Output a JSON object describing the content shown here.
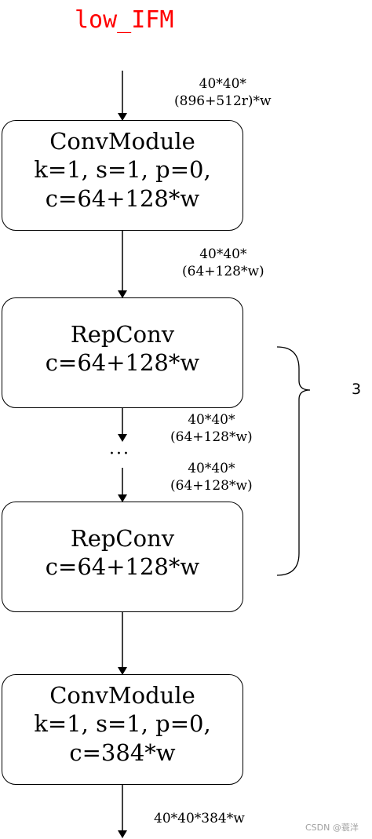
{
  "title": "low_IFM",
  "blocks": [
    {
      "name": "ConvModule",
      "params": "k=1, s=1, p=0,",
      "channels": "c=64+128*w"
    },
    {
      "name": "RepConv",
      "channels": "c=64+128*w"
    },
    {
      "name": "RepConv",
      "channels": "c=64+128*w"
    },
    {
      "name": "ConvModule",
      "params": "k=1, s=1, p=0,",
      "channels": "c=384*w"
    }
  ],
  "edges": [
    {
      "line1": "40*40*",
      "line2": "(896+512r)*w"
    },
    {
      "line1": "40*40*",
      "line2": "(64+128*w)"
    },
    {
      "line1": "40*40*",
      "line2": "(64+128*w)"
    },
    {
      "line1": "40*40*",
      "line2": "(64+128*w)"
    },
    {
      "line1": "40*40*384*w"
    }
  ],
  "ellipsis": "···",
  "repeat_count": "3",
  "watermark": "CSDN @蓑洋"
}
